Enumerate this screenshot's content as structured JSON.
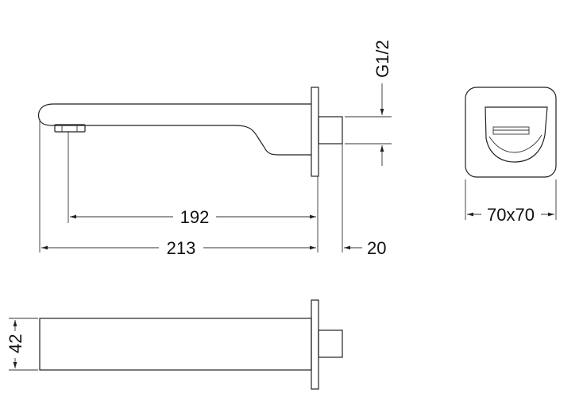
{
  "dimensions": {
    "spout_length": "192",
    "total_length": "213",
    "wall_plate_depth": "20",
    "thread": "G1/2",
    "plate_size": "70x70",
    "spout_height": "42"
  },
  "colors": {
    "line": "#222222",
    "background": "#ffffff"
  }
}
